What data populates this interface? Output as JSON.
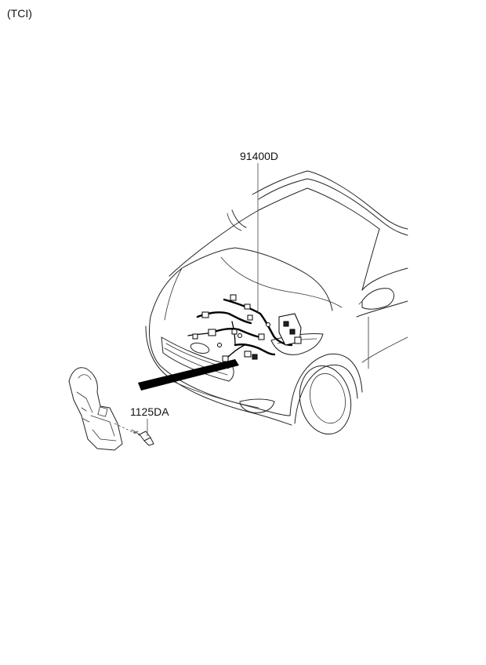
{
  "header": {
    "variant_tag": "(TCI)"
  },
  "parts": [
    {
      "id": "harness",
      "label": "91400D"
    },
    {
      "id": "bolt",
      "label": "1125DA"
    }
  ]
}
